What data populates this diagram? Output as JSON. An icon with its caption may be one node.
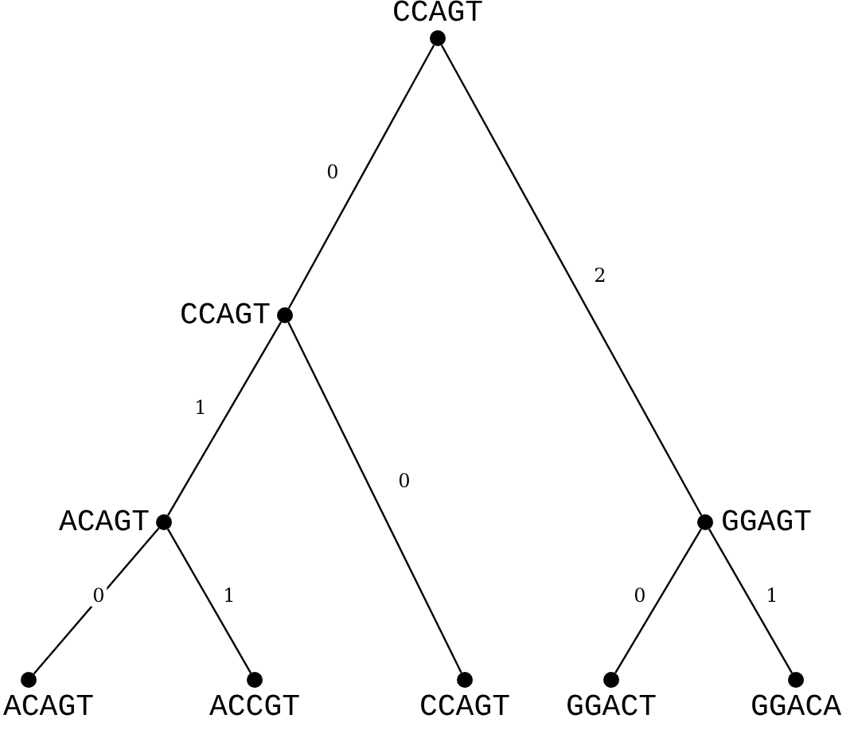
{
  "diagram": {
    "nodes": [
      {
        "text": [
          "CCAGT"
        ]
      },
      {
        "text": [
          "CCAGT"
        ]
      },
      {
        "text": [
          "ACAGT"
        ]
      },
      {
        "text": [
          "GGAGT"
        ]
      },
      {
        "text": [
          "ACAGT"
        ]
      },
      {
        "text": [
          "ACCGT"
        ]
      },
      {
        "text": [
          "CCAGT"
        ]
      },
      {
        "text": [
          "GGACT"
        ]
      },
      {
        "text": [
          "GGACA"
        ]
      }
    ],
    "edges": [
      {
        "from": 0,
        "to": 1,
        "arrow": "none",
        "label": "0"
      },
      {
        "from": 0,
        "to": 3,
        "arrow": "none",
        "label": "2"
      },
      {
        "from": 1,
        "to": 2,
        "arrow": "none",
        "label": "1"
      },
      {
        "from": 1,
        "to": 6,
        "arrow": "none",
        "label": "0"
      },
      {
        "from": 2,
        "to": 4,
        "arrow": "none",
        "label": "0"
      },
      {
        "from": 2,
        "to": 5,
        "arrow": "none",
        "label": "1"
      },
      {
        "from": 3,
        "to": 7,
        "arrow": "none",
        "label": "0"
      },
      {
        "from": 3,
        "to": 8,
        "arrow": "none",
        "label": "1"
      }
    ]
  }
}
